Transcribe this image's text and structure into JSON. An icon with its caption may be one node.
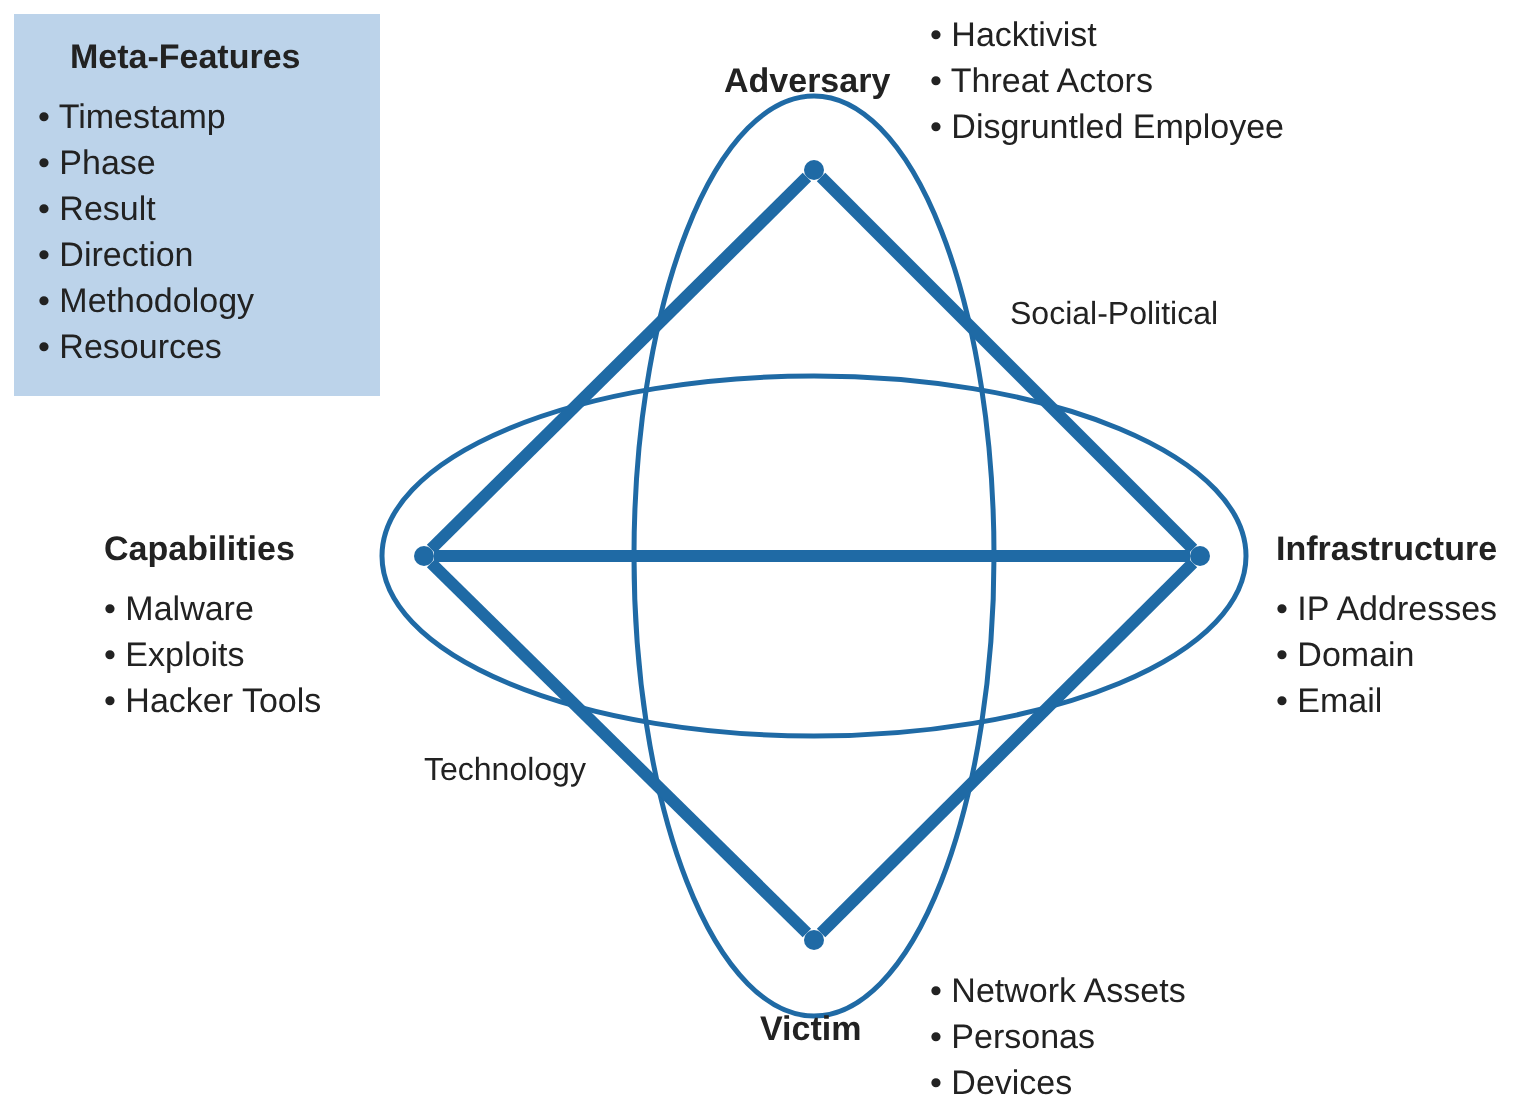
{
  "diagram": {
    "nodes": [
      {
        "text": [
          "Meta-Features",
          "• Timestamp",
          "• Phase",
          "• Result",
          "• Direction",
          "• Methodology",
          "• Resources"
        ]
      },
      {
        "text": [],
        "shape": "point",
        "beside": [
          "Adversary",
          "• Hacktivist",
          "• Threat Actors",
          "• Disgruntled Employee"
        ]
      },
      {
        "text": [],
        "shape": "point",
        "beside": [
          "Infrastructure",
          "• IP Addresses",
          "• Domain",
          "• Email"
        ]
      },
      {
        "text": [],
        "shape": "point",
        "beside": [
          "Victim",
          "• Network Assets",
          "• Personas",
          "• Devices"
        ]
      },
      {
        "text": [],
        "shape": "point",
        "beside": [
          "Capabilities",
          "• Malware",
          "• Exploits",
          "• Hacker Tools"
        ]
      }
    ],
    "edges": [
      {
        "from": 1,
        "to": 2,
        "arrow": "none"
      },
      {
        "from": 2,
        "to": 3,
        "arrow": "none"
      },
      {
        "from": 3,
        "to": 4,
        "arrow": "none"
      },
      {
        "from": 4,
        "to": 1,
        "arrow": "none"
      },
      {
        "from": 4,
        "to": 2,
        "arrow": "none"
      }
    ],
    "labels": [
      "Social-Political",
      "Technology"
    ]
  }
}
